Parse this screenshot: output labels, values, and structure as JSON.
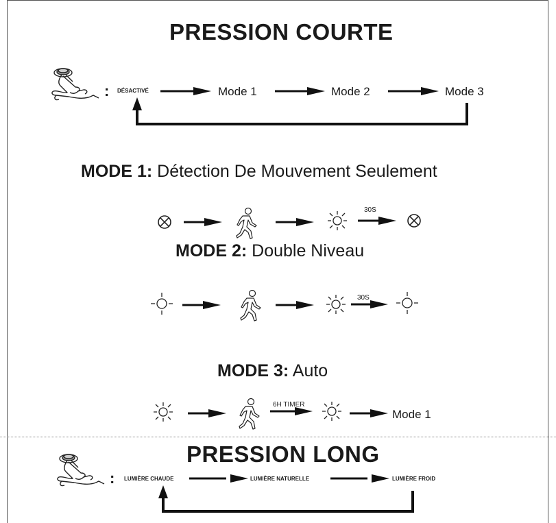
{
  "short_press": {
    "title": "PRESSION COURTE",
    "colon": ":",
    "off_label": "DÉSACTIVÉ",
    "modes": [
      "Mode 1",
      "Mode 2",
      "Mode 3"
    ]
  },
  "mode1": {
    "prefix": "MODE 1:",
    "desc": "Détection De Mouvement Seulement",
    "delay": "30S"
  },
  "mode2": {
    "prefix": "MODE 2:",
    "desc": "Double Niveau",
    "delay": "30S"
  },
  "mode3": {
    "prefix": "MODE 3:",
    "desc": "Auto",
    "timer": "6H TIMER",
    "end_label": "Mode 1"
  },
  "long_press": {
    "title": "PRESSION LONG",
    "colon": ":",
    "steps": [
      "LUMIÈRE CHAUDE",
      "LUMIÈRE NATURELLE",
      "LUMIÈRE FROID"
    ]
  },
  "icons": [
    "hand-press-icon",
    "lamp-off-icon",
    "walking-person-icon",
    "lamp-bright-icon",
    "lamp-dim-icon"
  ]
}
